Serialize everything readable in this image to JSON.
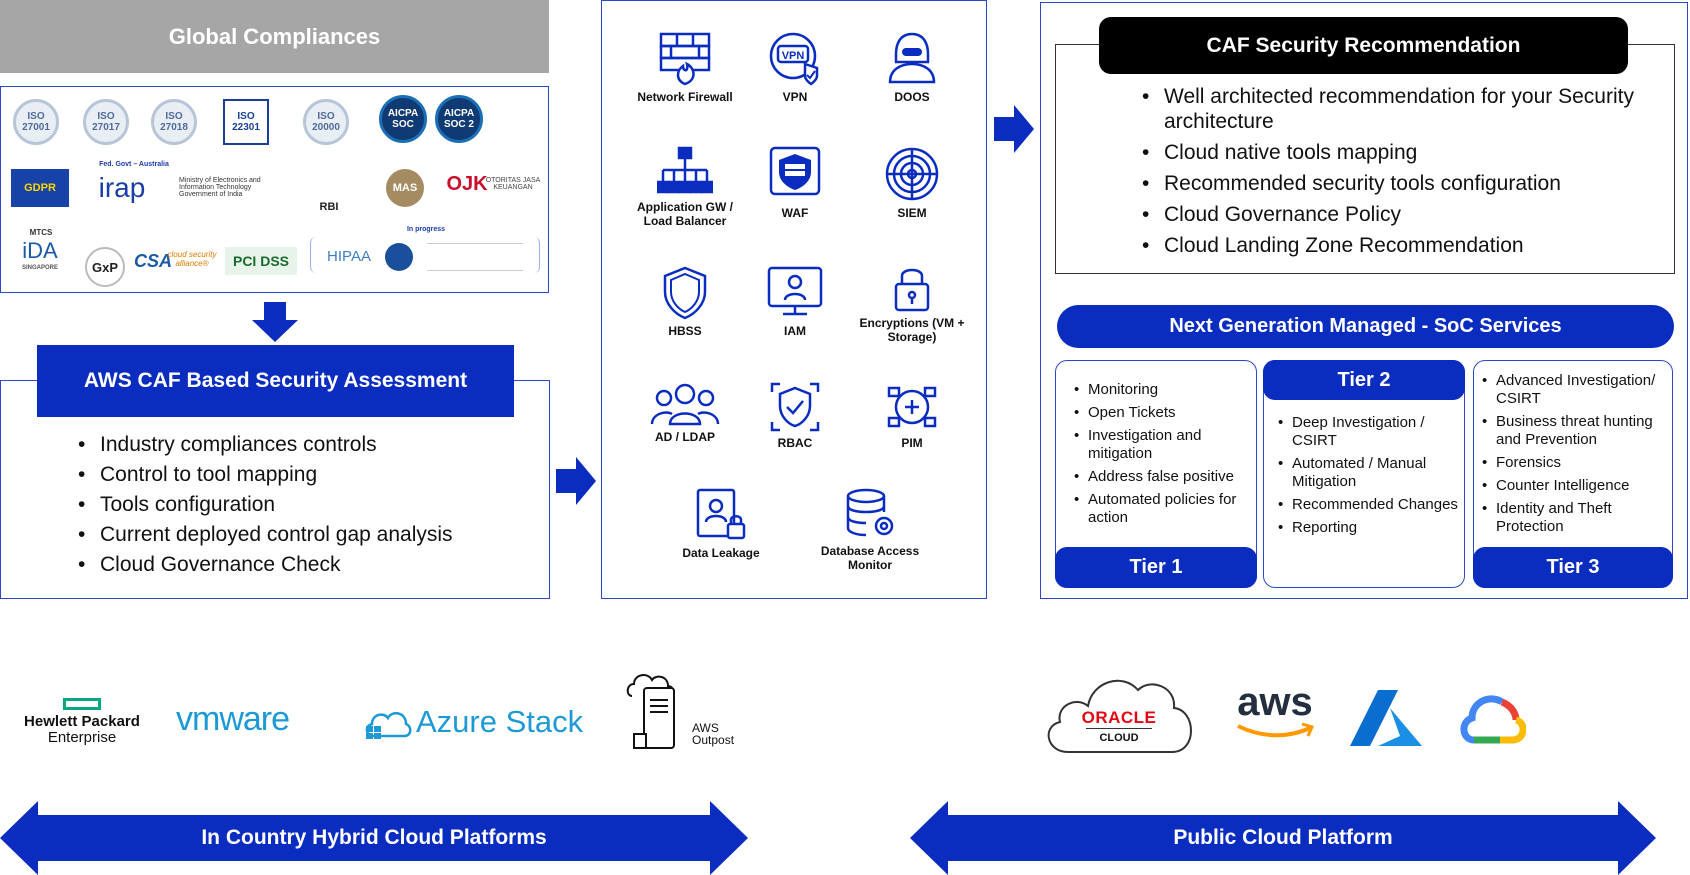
{
  "global_compliances": {
    "title": "Global Compliances",
    "row1": [
      "ISO 27001",
      "ISO 27017",
      "ISO 27018",
      "ISO 22301",
      "ISO 20000",
      "AICPA SOC",
      "AICPA SOC 2"
    ],
    "row2": {
      "gdpr": "GDPR",
      "irap_caption": "Fed. Govt – Australia",
      "irap": "irap",
      "meity": "Ministry of Electronics and Information Technology Government of India",
      "rbi": "RBI",
      "mas": "MAS",
      "ojk": "OJK",
      "ojk_caption": "OTORITAS JASA KEUANGAN"
    },
    "row3": {
      "mtcs": "MTCS",
      "ida": "iDA",
      "ida_caption": "SINGAPORE",
      "gxp": "GxP",
      "csa": "CSA",
      "csa_caption": "cloud security alliance®",
      "pci": "PCI DSS",
      "in_progress": "In progress",
      "hipaa": "HIPAA"
    }
  },
  "caf_assessment": {
    "title": "AWS CAF Based Security Assessment",
    "items": [
      "Industry compliances controls",
      "Control to tool mapping",
      "Tools configuration",
      "Current deployed control gap analysis",
      "Cloud Governance Check"
    ]
  },
  "tools": [
    {
      "label": "Network Firewall",
      "icon": "firewall-icon"
    },
    {
      "label": "VPN",
      "icon": "vpn-icon",
      "glyph": "VPN"
    },
    {
      "label": "DOOS",
      "icon": "hacker-icon"
    },
    {
      "label": "Application GW / Load Balancer",
      "icon": "load-balancer-icon"
    },
    {
      "label": "WAF",
      "icon": "waf-icon"
    },
    {
      "label": "SIEM",
      "icon": "siem-icon"
    },
    {
      "label": "HBSS",
      "icon": "shield-icon"
    },
    {
      "label": "IAM",
      "icon": "iam-icon"
    },
    {
      "label": "Encryptions (VM + Storage)",
      "icon": "padlock-icon"
    },
    {
      "label": "AD / LDAP",
      "icon": "users-icon"
    },
    {
      "label": "RBAC",
      "icon": "rbac-icon"
    },
    {
      "label": "PIM",
      "icon": "pim-icon"
    },
    {
      "label": "Data Leakage",
      "icon": "data-leakage-icon"
    },
    {
      "label": "Database Access Monitor",
      "icon": "database-icon"
    }
  ],
  "recommendation": {
    "title": "CAF Security Recommendation",
    "items": [
      "Well architected recommendation for your Security architecture",
      "Cloud native tools mapping",
      "Recommended security tools configuration",
      "Cloud Governance Policy",
      "Cloud Landing Zone Recommendation"
    ]
  },
  "soc": {
    "title": "Next Generation Managed - SoC Services",
    "tier1": {
      "label": "Tier 1",
      "items": [
        "Monitoring",
        "Open Tickets",
        "Investigation and mitigation",
        "Address  false positive",
        "Automated policies for action"
      ]
    },
    "tier2": {
      "label": "Tier 2",
      "items": [
        "Deep Investigation / CSIRT",
        "Automated / Manual Mitigation",
        "Recommended Changes",
        "Reporting"
      ]
    },
    "tier3": {
      "label": "Tier 3",
      "items": [
        "Advanced Investigation/ CSIRT",
        "Business threat hunting and Prevention",
        "Forensics",
        "Counter Intelligence",
        "Identity and Theft Protection"
      ]
    }
  },
  "hybrid": {
    "hpe_line1": "Hewlett Packard",
    "hpe_line2": "Enterprise",
    "vmware": "vmware",
    "azure_stack": "Azure Stack",
    "aws_outpost_1": "AWS",
    "aws_outpost_2": "Outpost",
    "band_label": "In Country Hybrid Cloud Platforms"
  },
  "public": {
    "oracle": "ORACLE",
    "oracle_cloud": "CLOUD",
    "aws": "aws",
    "band_label": "Public Cloud Platform"
  },
  "colors": {
    "accent": "#0a2dbf",
    "grey_header": "#a6a6a6"
  }
}
